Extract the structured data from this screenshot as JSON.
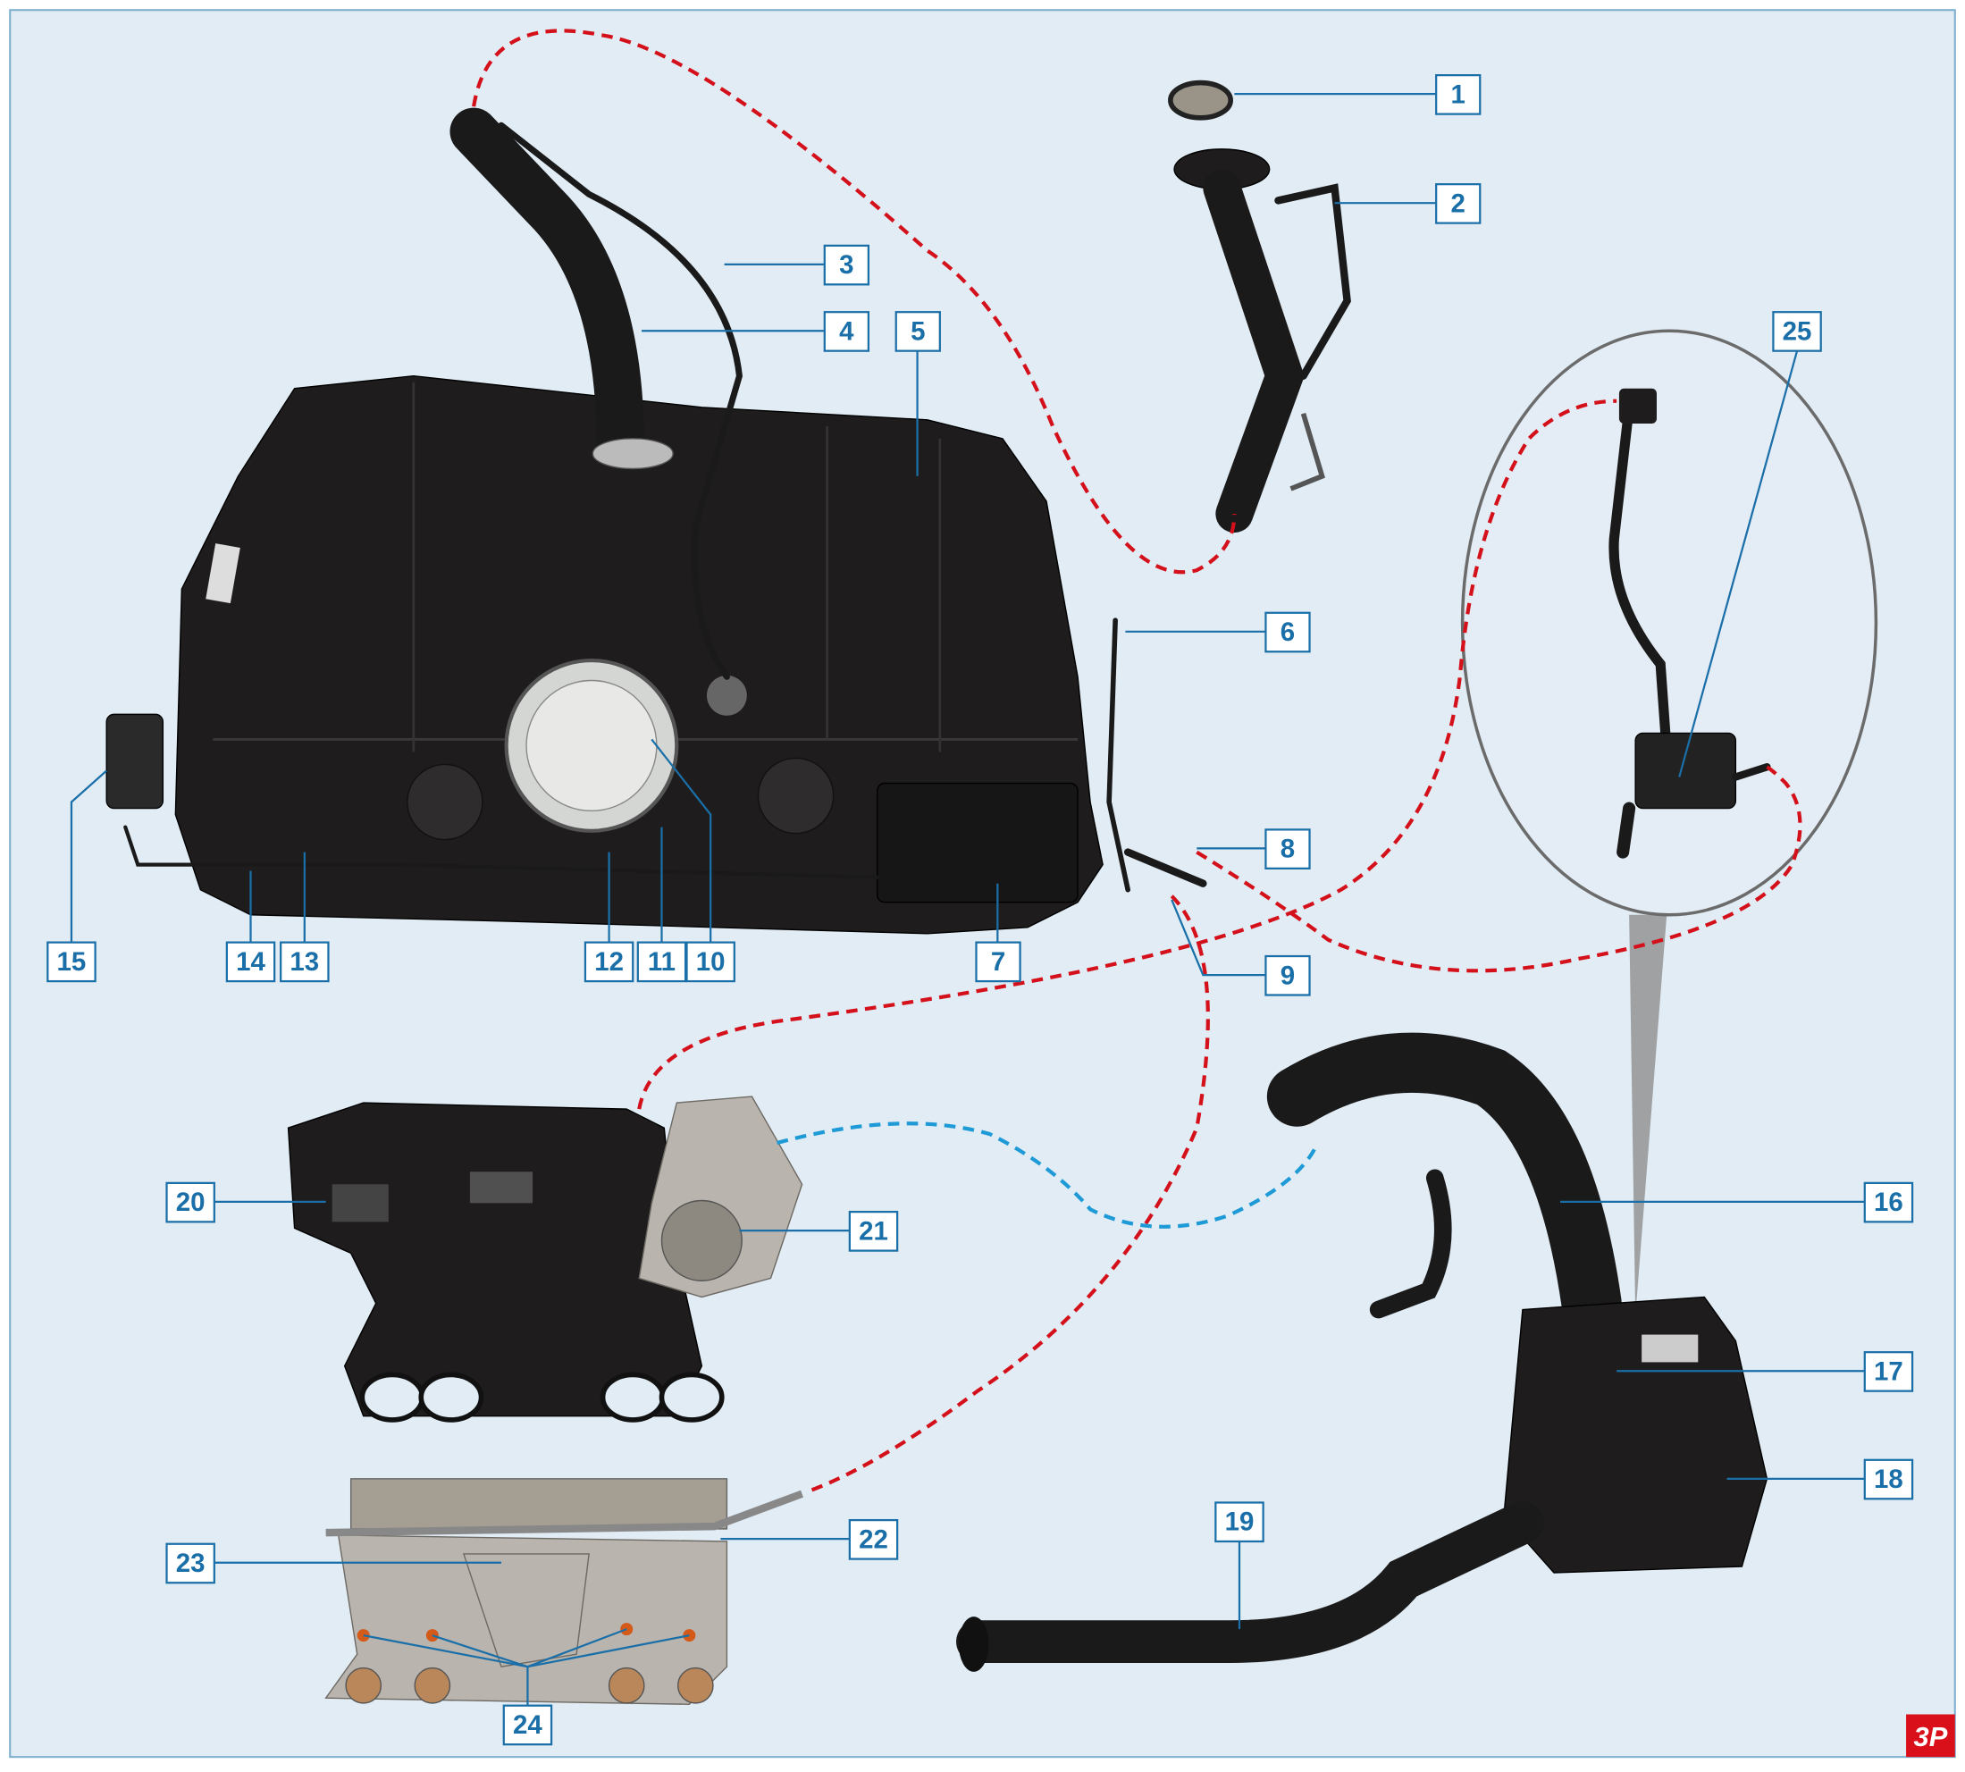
{
  "figure": {
    "labels": [
      "1",
      "2",
      "3",
      "4",
      "5",
      "6",
      "7",
      "8",
      "9",
      "10",
      "11",
      "12",
      "13",
      "14",
      "15",
      "16",
      "17",
      "18",
      "19",
      "20",
      "21",
      "22",
      "23",
      "24",
      "25"
    ],
    "logo": "3P"
  },
  "colors": {
    "background": "#e1ecf5",
    "frame": "#7fb0d0",
    "label": "#1a6fa8",
    "fuel_line": "#d4111b",
    "air_line": "#1e9ad6",
    "logo_bg": "#d9101a"
  }
}
